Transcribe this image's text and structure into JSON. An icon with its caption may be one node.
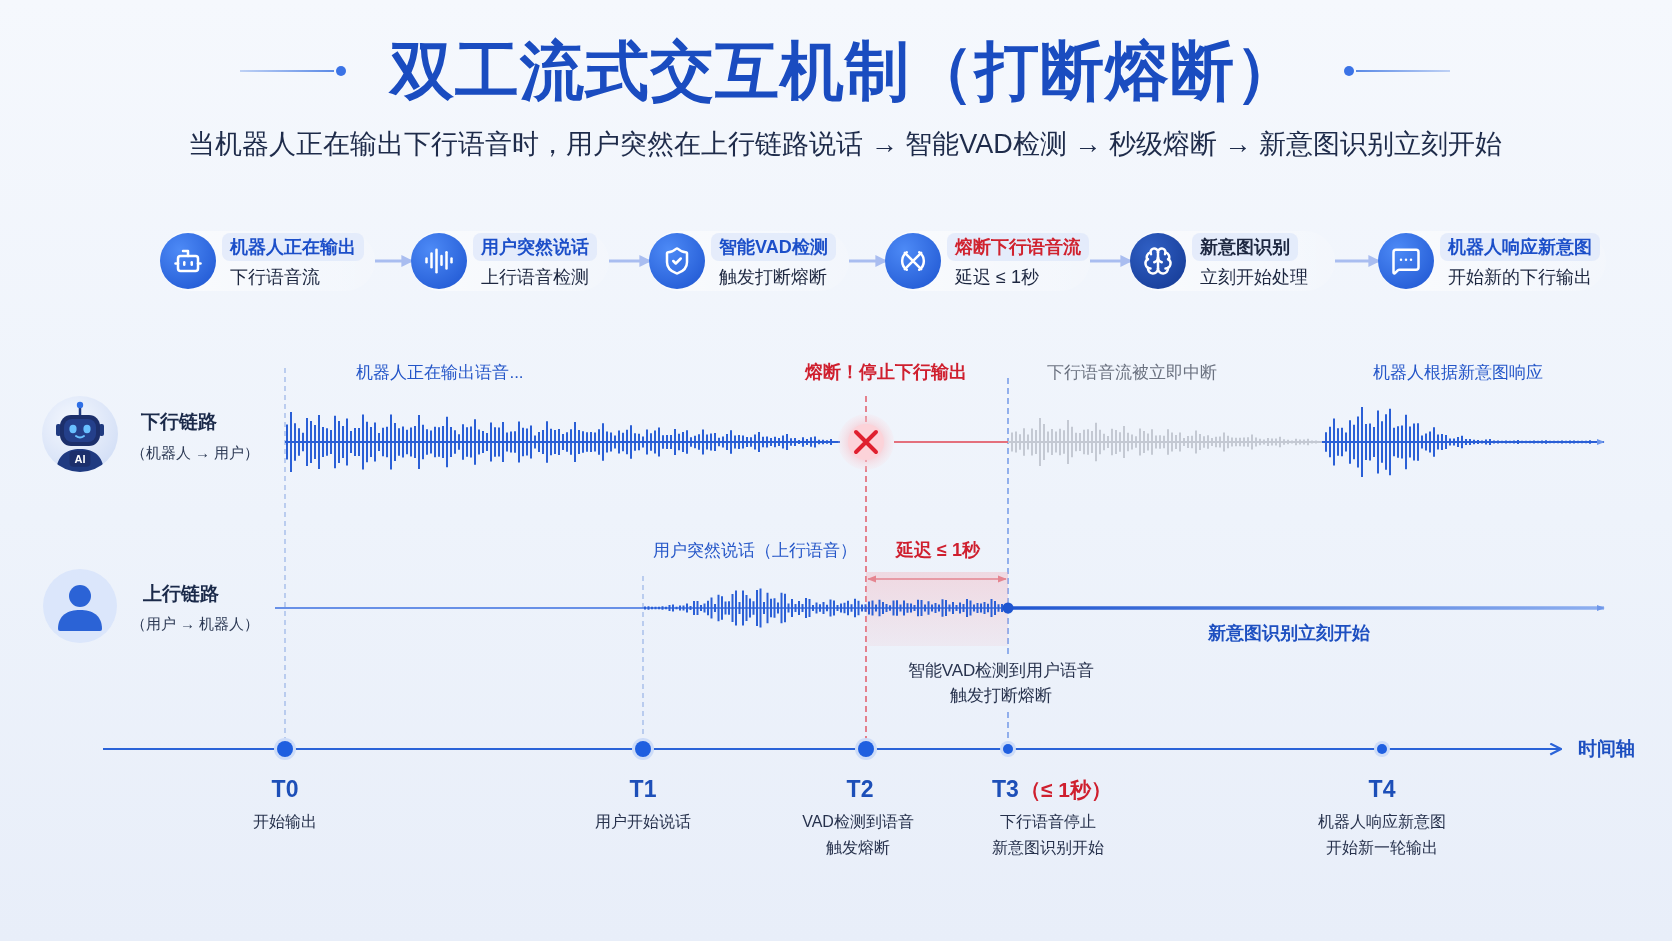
{
  "diagram": {
    "title": "双工流式交互机制（打断熔断）",
    "nodes": [
      {
        "text": [
          "机器人正在输出",
          "下行语音流"
        ]
      },
      {
        "text": [
          "用户突然说话",
          "上行语音检测"
        ]
      },
      {
        "text": [
          "智能VAD检测",
          "触发打断熔断"
        ]
      },
      {
        "text": [
          "熔断下行语音流",
          "延迟 ≤ 1秒"
        ]
      },
      {
        "text": [
          "新意图识别",
          "立刻开始处理"
        ]
      },
      {
        "text": [
          "机器人响应新意图",
          "开始新的下行输出"
        ]
      }
    ],
    "edges": [
      {
        "from": 0,
        "to": 1,
        "arrow": "to"
      },
      {
        "from": 1,
        "to": 2,
        "arrow": "to"
      },
      {
        "from": 2,
        "to": 3,
        "arrow": "to"
      },
      {
        "from": 3,
        "to": 4,
        "arrow": "to"
      },
      {
        "from": 4,
        "to": 5,
        "arrow": "to"
      }
    ],
    "labels": [
      "当机器人正在输出下行语音时，用户突然在上行链路说话 → 智能VAD检测 → 秒级熔断 → 新意图识别立刻开始",
      "机器人正在输出语音...",
      "熔断！停止下行输出",
      "下行语音流被立即中断",
      "机器人根据新意图响应",
      "下行链路",
      "（机器人 → 用户）",
      "AI",
      "用户突然说话（上行语音）",
      "延迟 ≤ 1秒",
      "上行链路",
      "（用户 → 机器人）",
      "新意图识别立刻开始",
      "智能VAD检测到用户语音触发打断熔断",
      "时间轴",
      "T0",
      "开始输出",
      "T1",
      "用户开始说话",
      "T2",
      "VAD检测到语音触发熔断",
      "T3",
      "（≤ 1秒）",
      "下行语音停止新意图识别开始",
      "T4",
      "机器人响应新意图开始新一轮输出"
    ]
  }
}
